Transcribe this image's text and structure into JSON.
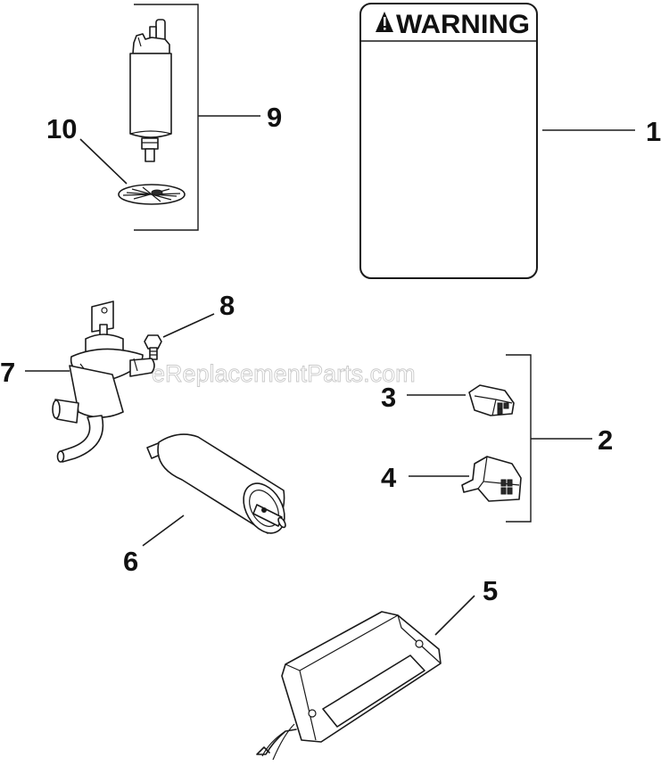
{
  "warning_label": {
    "text": "WARNING"
  },
  "watermark": "eReplacementParts.com",
  "callouts": {
    "c1": "1",
    "c2": "2",
    "c3": "3",
    "c4": "4",
    "c5": "5",
    "c6": "6",
    "c7": "7",
    "c8": "8",
    "c9": "9",
    "c10": "10"
  }
}
